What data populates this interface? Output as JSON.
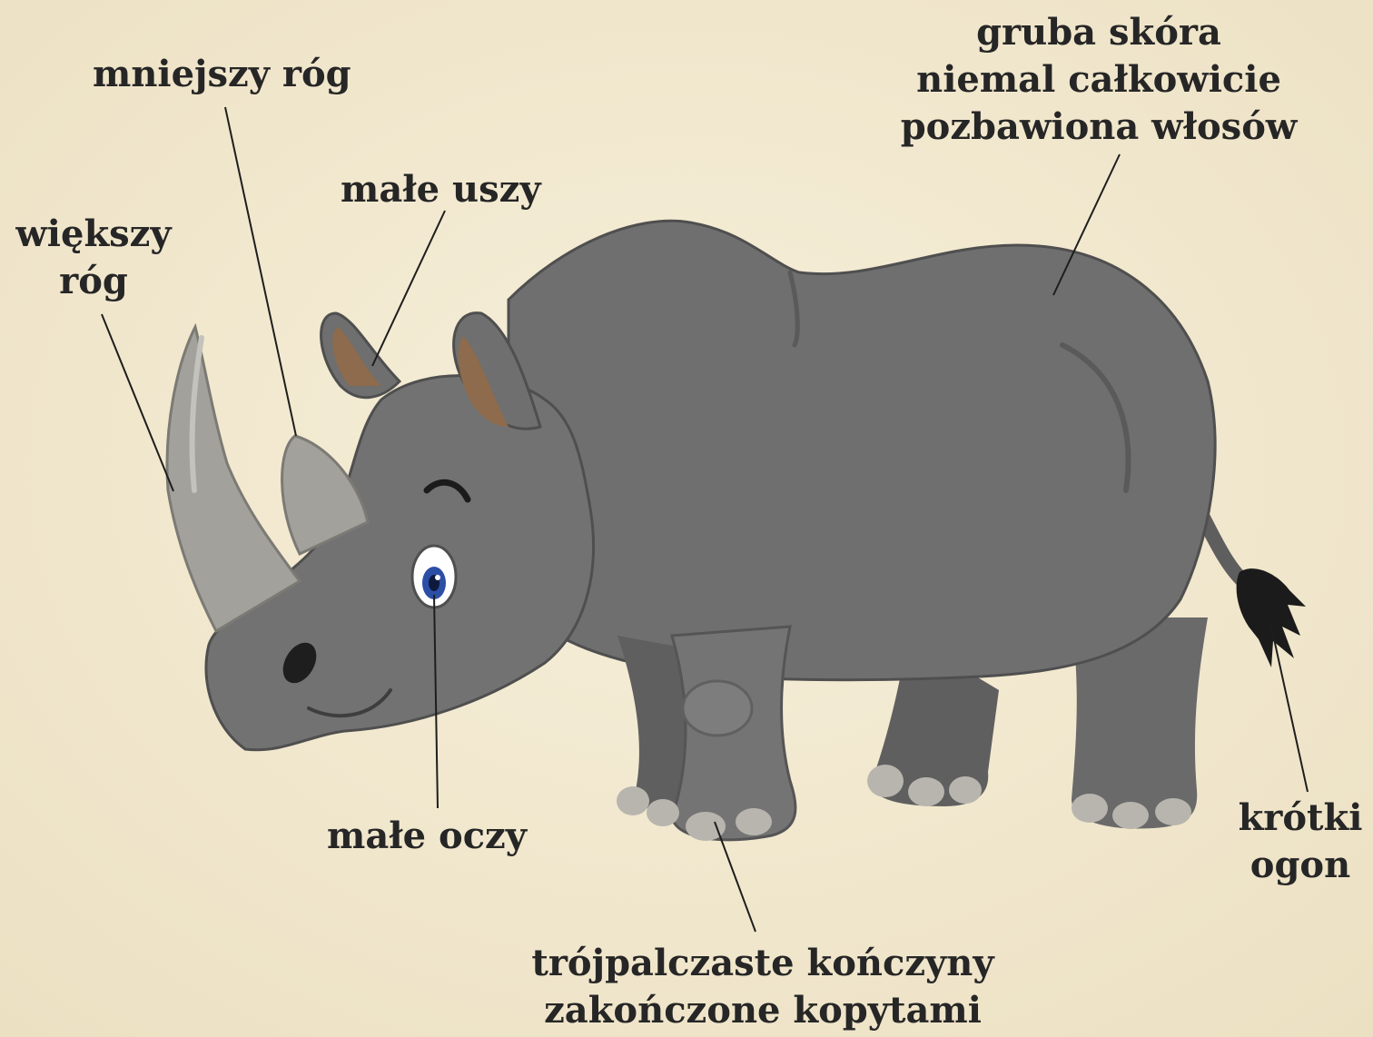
{
  "diagram": {
    "subject": "rhinoceros",
    "colors": {
      "background": "#f3ead2",
      "body": "#6f6f6f",
      "body_shade": "#5a5a5a",
      "horn": "#a3a19b",
      "ear_inner": "#8d6b4c",
      "tail_tuft": "#1b1b1b",
      "leader_line": "#1e1e1e"
    },
    "labels": {
      "smaller_horn": "mniejszy róg",
      "skin": [
        "gruba skóra",
        "niemal całkowicie",
        "pozbawiona włosów"
      ],
      "ears": "małe uszy",
      "bigger_horn": [
        "większy",
        "róg"
      ],
      "eyes": "małe oczy",
      "tail": [
        "krótki",
        "ogon"
      ],
      "limbs": [
        "trójpalczaste kończyny",
        "zakończone kopytami"
      ]
    }
  }
}
